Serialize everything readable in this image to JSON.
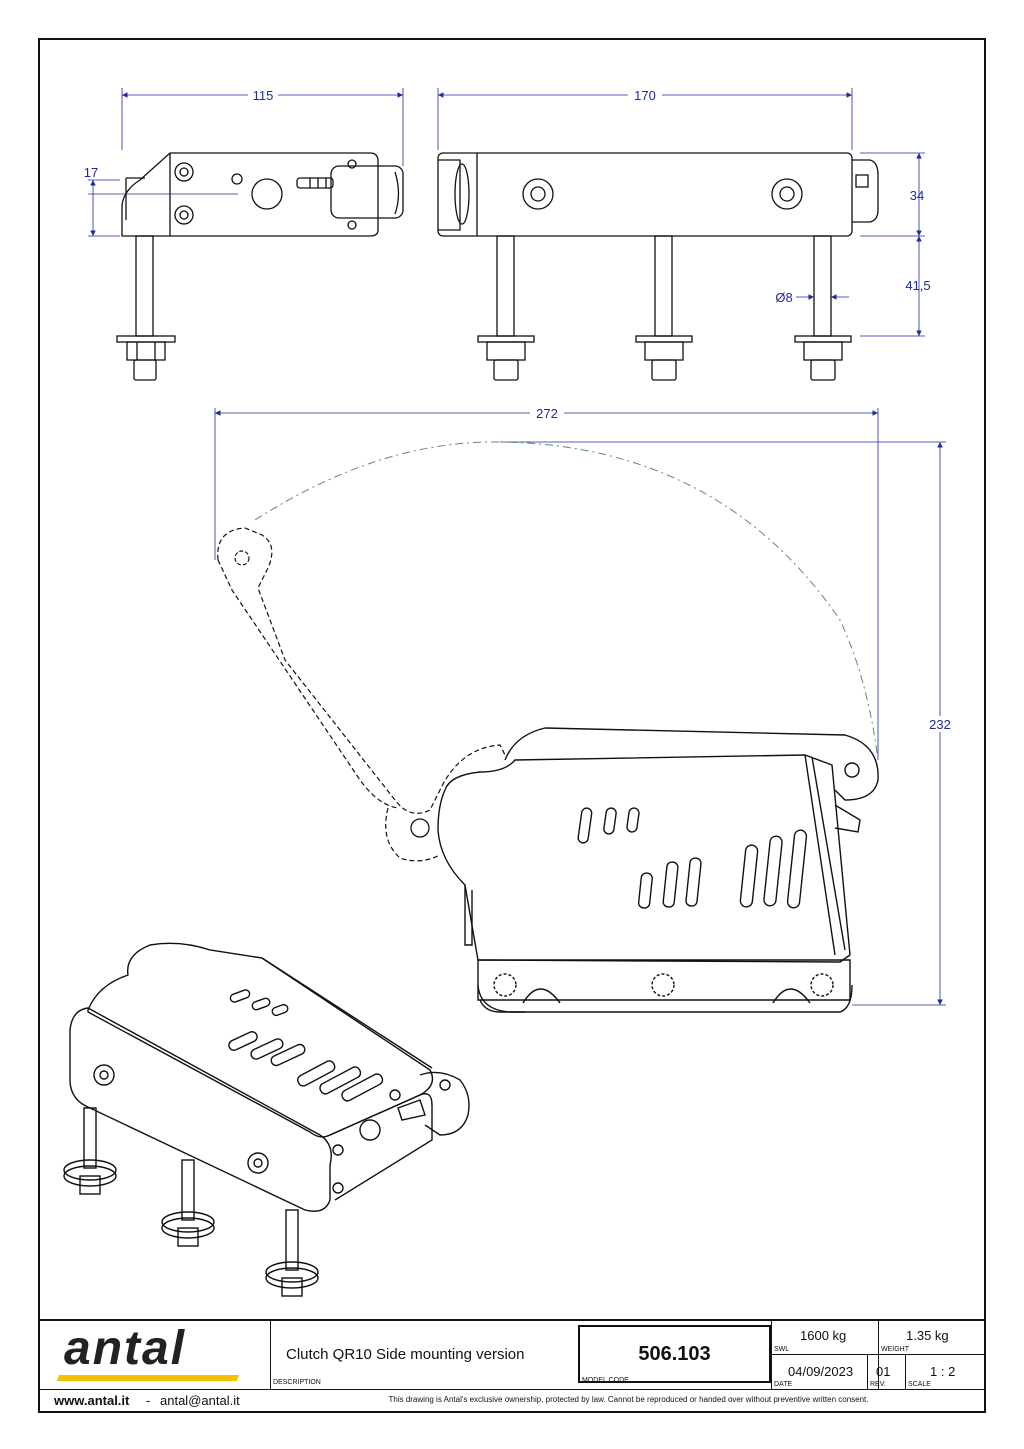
{
  "dimensions": {
    "top_width": "115",
    "side_width": "170",
    "top_offset": "17",
    "body_height": "34",
    "stud_length": "41,5",
    "stud_diameter": "Ø8",
    "arc_width": "272",
    "arc_height": "232"
  },
  "title_block": {
    "brand": "antal",
    "website": "www.antal.it",
    "separator": "-",
    "email": "antal@antal.it",
    "description": "Clutch QR10 Side mounting version",
    "description_label": "DESCRIPTION",
    "model_code": "506.103",
    "model_code_label": "MODEL CODE",
    "swl": "1600 kg",
    "swl_label": "SWL",
    "weight": "1.35 kg",
    "weight_label": "WEIGHT",
    "date": "04/09/2023",
    "date_label": "DATE",
    "rev": "01",
    "rev_label": "REV.",
    "scale": "1 : 2",
    "scale_label": "SCALE",
    "disclaimer": "This drawing is Antal's exclusive ownership, protected by law. Cannot be reproduced or handed over without preventive written consent."
  },
  "colors": {
    "dimension": "#1f2a9c",
    "outline": "#111111",
    "arc": "#5a8a7a",
    "brand_accent": "#f2c200"
  }
}
